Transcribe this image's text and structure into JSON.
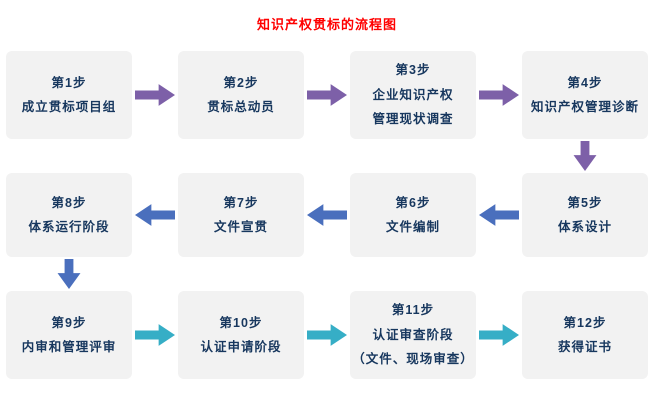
{
  "title": "知识产权贯标的流程图",
  "colors": {
    "title": "#ff0000",
    "box_bg": "#f2f2f2",
    "box_text": "#17375e",
    "arrow_row1": "#7d60a8",
    "arrow_row2": "#4a6fbd",
    "arrow_row3": "#36aec6"
  },
  "steps": [
    {
      "step": "第1步",
      "lines": [
        "成立贯标项目组"
      ]
    },
    {
      "step": "第2步",
      "lines": [
        "贯标总动员"
      ]
    },
    {
      "step": "第3步",
      "lines": [
        "企业知识产权",
        "管理现状调查"
      ]
    },
    {
      "step": "第4步",
      "lines": [
        "知识产权管理诊断"
      ]
    },
    {
      "step": "第5步",
      "lines": [
        "体系设计"
      ]
    },
    {
      "step": "第6步",
      "lines": [
        "文件编制"
      ]
    },
    {
      "step": "第7步",
      "lines": [
        "文件宣贯"
      ]
    },
    {
      "step": "第8步",
      "lines": [
        "体系运行阶段"
      ]
    },
    {
      "step": "第9步",
      "lines": [
        "内审和管理评审"
      ]
    },
    {
      "step": "第10步",
      "lines": [
        "认证申请阶段"
      ]
    },
    {
      "step": "第11步",
      "lines": [
        "认证审查阶段",
        "（文件、现场审查）"
      ]
    },
    {
      "step": "第12步",
      "lines": [
        "获得证书"
      ]
    }
  ]
}
